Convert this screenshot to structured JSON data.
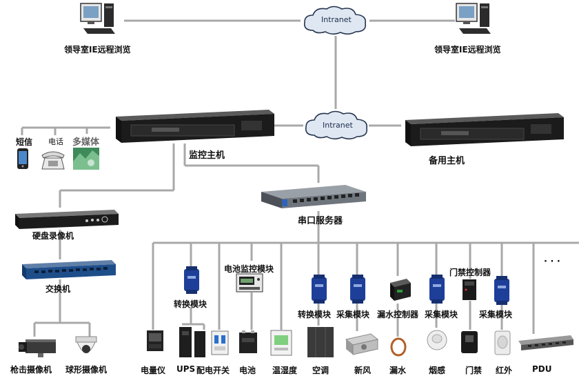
{
  "clouds": {
    "top": "Intranet",
    "middle": "Intranet"
  },
  "remote": {
    "left": "领导室IE远程浏览",
    "right": "领导室IE远程浏览"
  },
  "hosts": {
    "main": "监控主机",
    "backup": "备用主机"
  },
  "alerts": {
    "sms": "短信",
    "phone": "电话",
    "media": "多媒体"
  },
  "serial_server": "串口服务器",
  "dvr": "硬盘录像机",
  "switch": "交换机",
  "cameras": {
    "gun": "枪击摄像机",
    "dome": "球形摄像机"
  },
  "modules": {
    "convert1": "转换模块",
    "battery_monitor": "电池监控模块",
    "convert2": "转换模块",
    "collect1": "采集模块",
    "leak_ctrl": "漏水控制器",
    "collect2": "采集模块",
    "door_ctrl": "门禁控制器",
    "collect3": "采集模块"
  },
  "devices": {
    "meter": "电量仪",
    "ups": "UPS",
    "breaker": "配电开关",
    "battery": "电池",
    "temp": "温湿度",
    "ac": "空调",
    "fresh_air": "新风",
    "leak": "漏水",
    "smoke": "烟感",
    "door": "门禁",
    "ir": "红外",
    "pdu": "PDU"
  },
  "more": "· · ·",
  "colors": {
    "wire": "#a8a8a8",
    "module_blue": "#1e3f99",
    "device_dark": "#1e1e1e",
    "switch_blue": "#1e4e8a",
    "cloud": "#dfe8f2"
  }
}
